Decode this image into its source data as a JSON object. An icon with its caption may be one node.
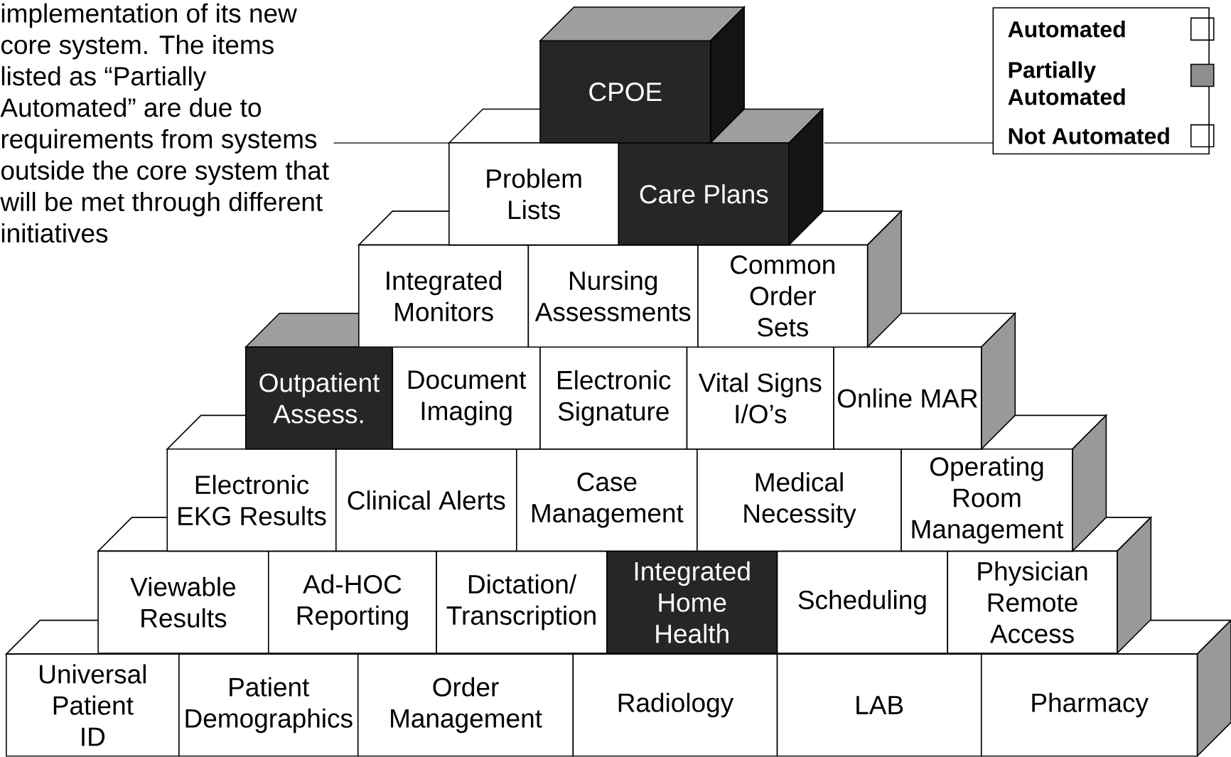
{
  "diagram": {
    "nodes": [
      {
        "text": [
          "CPOE"
        ]
      },
      {
        "text": [
          "Problem Lists"
        ]
      },
      {
        "text": [
          "Care Plans"
        ]
      },
      {
        "text": [
          "Integrated Monitors"
        ]
      },
      {
        "text": [
          "Nursing Assessments"
        ]
      },
      {
        "text": [
          "Common Order Sets"
        ]
      },
      {
        "text": [
          "Outpatient Assess."
        ]
      },
      {
        "text": [
          "Document Imaging"
        ]
      },
      {
        "text": [
          "Electronic Signature"
        ]
      },
      {
        "text": [
          "Vital Signs I/O’s"
        ]
      },
      {
        "text": [
          "Online MAR"
        ]
      },
      {
        "text": [
          "Electronic EKG Results"
        ]
      },
      {
        "text": [
          "Clinical Alerts"
        ]
      },
      {
        "text": [
          "Case Management"
        ]
      },
      {
        "text": [
          "Medical Necessity"
        ]
      },
      {
        "text": [
          "Operating Room Management"
        ]
      },
      {
        "text": [
          "Viewable Results"
        ]
      },
      {
        "text": [
          "Ad-HOC Reporting"
        ]
      },
      {
        "text": [
          "Dictation/ Transcription"
        ]
      },
      {
        "text": [
          "Integrated Home Health"
        ]
      },
      {
        "text": [
          "Scheduling"
        ]
      },
      {
        "text": [
          "Physician Remote Access"
        ]
      },
      {
        "text": [
          "Universal Patient ID"
        ]
      },
      {
        "text": [
          "Patient Demographics"
        ]
      },
      {
        "text": [
          "Order Management"
        ]
      },
      {
        "text": [
          "Radiology"
        ]
      },
      {
        "text": [
          "LAB"
        ]
      },
      {
        "text": [
          "Pharmacy"
        ]
      }
    ],
    "labels": [
      "implementation of its new core system. The items listed as “Partially Automated” are due to requirements from systems outside the core system that will be met through different initiatives"
    ],
    "legend": [
      {
        "text": "Automated"
      },
      {
        "text": "Partially Automated",
        "color": "#8e8e8e"
      },
      {
        "text": "Not Automated"
      }
    ]
  }
}
